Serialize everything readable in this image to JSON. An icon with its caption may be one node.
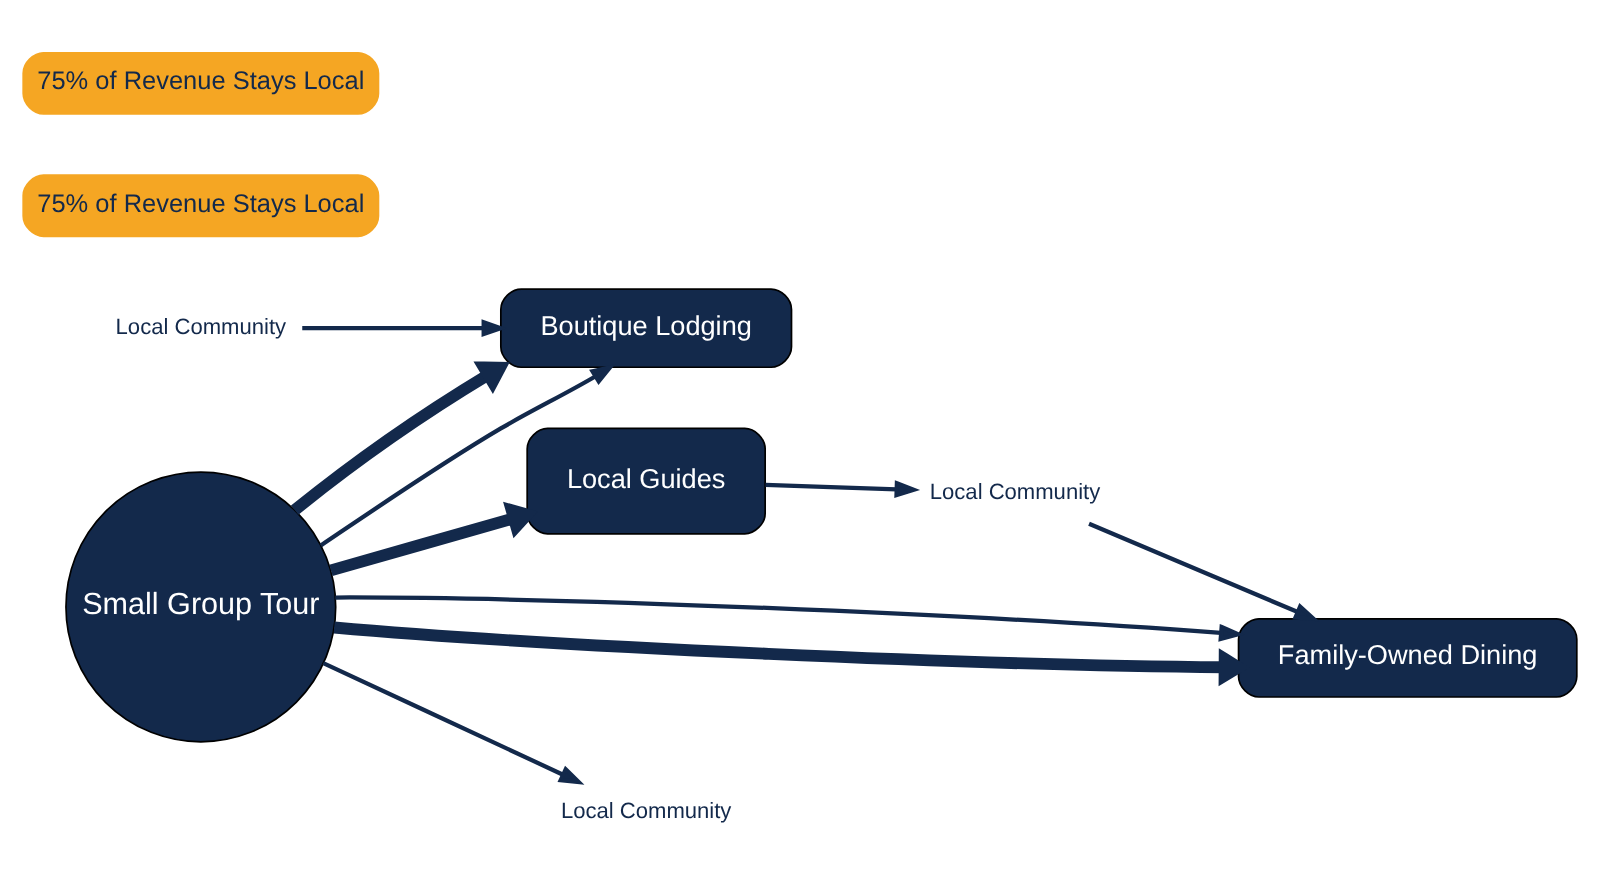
{
  "diagram": {
    "nodes": [
      {
        "text": [
          "Small Group Tour"
        ]
      },
      {
        "text": [
          "Boutique Lodging"
        ]
      },
      {
        "text": [
          "Local Guides"
        ]
      },
      {
        "text": [
          "Family-Owned Dining"
        ]
      },
      {
        "text": [
          "Local Community"
        ]
      },
      {
        "text": [
          "Local Community"
        ]
      },
      {
        "text": [
          "Local Community"
        ]
      }
    ],
    "edges": [
      {
        "from": 0,
        "to": 1,
        "arrow": "to"
      },
      {
        "from": 0,
        "to": 1,
        "arrow": "to",
        "style": "thick"
      },
      {
        "from": 0,
        "to": 5,
        "arrow": "to"
      },
      {
        "from": 0,
        "to": 2,
        "arrow": "to",
        "style": "thick"
      },
      {
        "from": 0,
        "to": 3,
        "arrow": "to",
        "style": "thick"
      },
      {
        "from": 0,
        "to": 3,
        "arrow": "to"
      },
      {
        "from": 4,
        "to": 1,
        "arrow": "to"
      },
      {
        "from": 2,
        "to": 6,
        "arrow": "to"
      },
      {
        "from": 6,
        "to": 3,
        "arrow": "to"
      }
    ],
    "labels": [
      "75% of Revenue Stays Local",
      "75% of Revenue Stays Local"
    ]
  }
}
